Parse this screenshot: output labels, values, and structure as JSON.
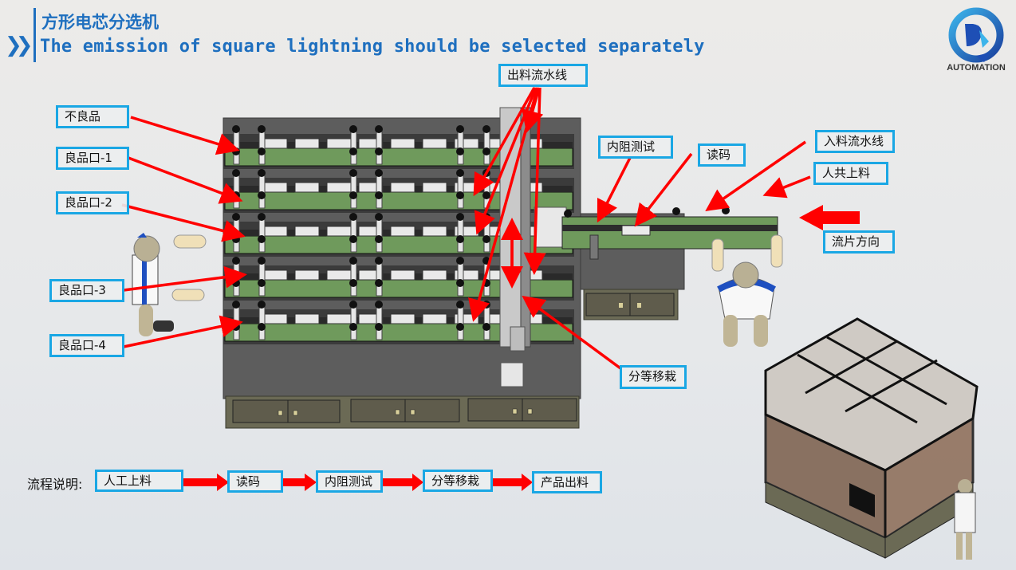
{
  "header": {
    "title_cn": "方形电芯分选机",
    "title_en": "The emission of square lightning should be selected separately",
    "chevron_icon": "double-chevron-right-icon"
  },
  "logo": {
    "icon": "automation-logo-icon",
    "text": "AUTOMATION",
    "colors": {
      "primary": "#1e4fb5",
      "accent": "#3db4ea"
    }
  },
  "callouts": {
    "reject": "不良品",
    "good_1": "良品口-1",
    "good_2": "良品口-2",
    "good_3": "良品口-3",
    "good_4": "良品口-4",
    "output_line": "出料流水线",
    "resistance_test": "内阻测试",
    "scan_code": "读码",
    "input_line": "入料流水线",
    "manual_loading": "人共上料",
    "flow_direction": "流片方向",
    "grading_transfer": "分等移栽"
  },
  "flow": {
    "label": "流程说明:",
    "steps": [
      "人工上料",
      "读码",
      "内阻测试",
      "分等移栽",
      "产品出料"
    ]
  },
  "colors": {
    "label_border": "#1aa7e4",
    "arrow": "#ff0000",
    "title": "#1e6fbf",
    "machine_base": "#5a5a5a",
    "conveyor": "#6f9a5c",
    "cabinet": "#625f4d"
  }
}
